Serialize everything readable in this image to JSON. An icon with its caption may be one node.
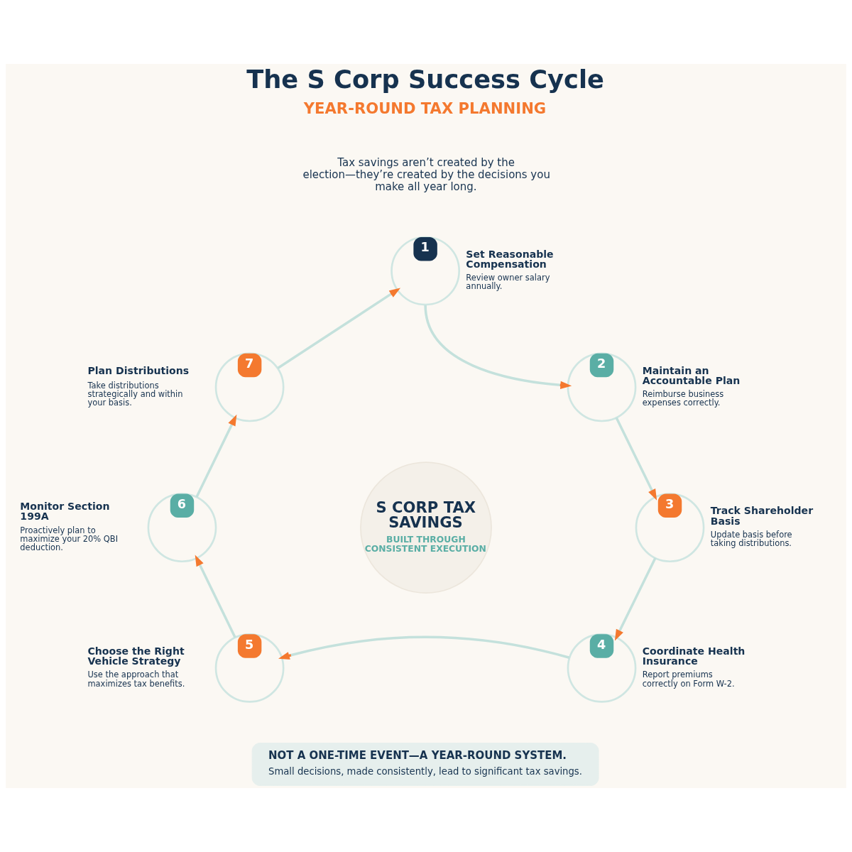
{
  "diagram": {
    "title": "The S Corp Success Cycle",
    "nodes": [
      {
        "text": [
          "1"
        ],
        "beside": [
          "Set Reasonable Compensation",
          "Review owner salary annually."
        ]
      },
      {
        "text": [
          "2"
        ],
        "beside": [
          "Maintain an Accountable Plan",
          "Reimburse business expenses correctly."
        ]
      },
      {
        "text": [
          "3"
        ],
        "beside": [
          "Track Shareholder Basis",
          "Update basis before taking distributions."
        ]
      },
      {
        "text": [
          "4"
        ],
        "beside": [
          "Coordinate Health Insurance",
          "Report premiums correctly on Form W-2."
        ]
      },
      {
        "text": [
          "5"
        ],
        "beside": [
          "Choose the Right Vehicle Strategy",
          "Use the approach that maximizes tax benefits."
        ]
      },
      {
        "text": [
          "6"
        ],
        "beside": [
          "Monitor Section 199A",
          "Proactively plan to maximize your 20% QBI deduction."
        ]
      },
      {
        "text": [
          "7"
        ],
        "beside": [
          "Plan Distributions",
          "Take distributions strategically and within your basis."
        ]
      },
      {
        "text": [
          "S CORP TAX SAVINGS",
          "BUILT THROUGH CONSISTENT EXECUTION"
        ]
      },
      {
        "text": [
          "NOT A ONE-TIME EVENT—A YEAR-ROUND SYSTEM.",
          "Small decisions, made consistently, lead to significant tax savings."
        ]
      }
    ],
    "edges": [
      {
        "from": 0,
        "to": 1,
        "arrow": "to"
      },
      {
        "from": 1,
        "to": 2,
        "arrow": "to"
      },
      {
        "from": 2,
        "to": 3,
        "arrow": "to"
      },
      {
        "from": 3,
        "to": 4,
        "arrow": "to"
      },
      {
        "from": 4,
        "to": 5,
        "arrow": "to"
      },
      {
        "from": 5,
        "to": 6,
        "arrow": "to"
      },
      {
        "from": 6,
        "to": 0,
        "arrow": "to"
      }
    ],
    "labels": [
      "YEAR-ROUND TAX PLANNING",
      "Tax savings aren’t created by the election—they’re created by the decisions you make all year long."
    ]
  }
}
